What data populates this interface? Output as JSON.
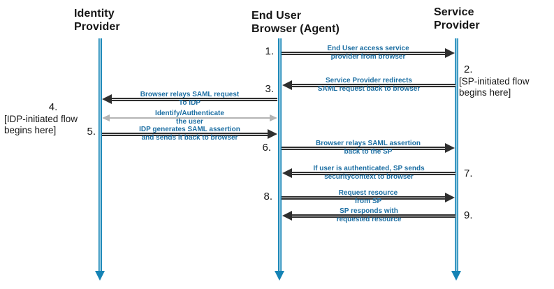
{
  "actors": {
    "idp": {
      "label": "Identity\nProvider"
    },
    "browser": {
      "label": "End User\nBrowser (Agent)"
    },
    "sp": {
      "label": "Service\nProvider"
    }
  },
  "messages": {
    "m1": {
      "num": "1.",
      "label": "End User access service\nprovider from browser"
    },
    "m3a": {
      "num": "3.",
      "label": "Service Provider redirects\nSAML request back to browser"
    },
    "m3b": {
      "label": "Browser relays SAML request\nTo IDP"
    },
    "auth": {
      "label": "Identify/Authenticate\nthe user"
    },
    "m5": {
      "num": "5.",
      "label": "IDP generates SAML assertion\nand sends it back to browser"
    },
    "m6": {
      "num": "6.",
      "label": "Browser relays SAML assertion\nback to the SP"
    },
    "m7": {
      "num": "7.",
      "label": "If user is authenticated, SP sends\nsecuritycontext to browser"
    },
    "m8": {
      "num": "8.",
      "label": "Request resource\nfrom SP"
    },
    "m9": {
      "num": "9.",
      "label": "SP responds with\nrequested resource"
    }
  },
  "annotations": {
    "sp_note": {
      "num": "2.",
      "text": "[SP-initiated flow\nbegins here]"
    },
    "idp_note": {
      "num": "4.",
      "text": "[IDP-initiated flow\nbegins here]"
    }
  },
  "colors": {
    "lifeline_blue": "#1583b5",
    "arrow_dark": "#2f2f2f",
    "auth_arrow_gray": "#b4b4b4",
    "label_blue": "#1d6fa3"
  }
}
